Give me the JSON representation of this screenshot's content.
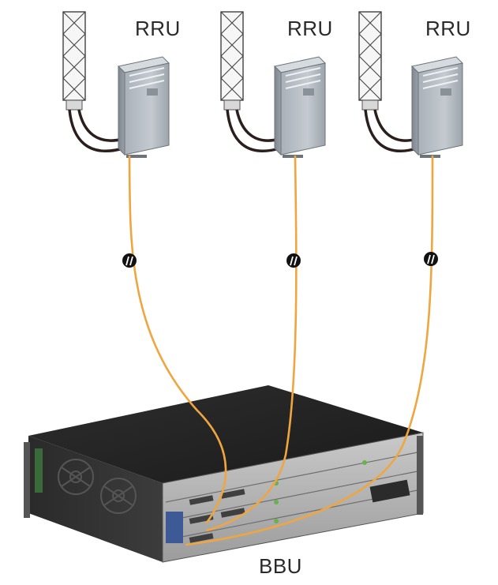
{
  "diagram": {
    "rru_units": [
      {
        "label": "RRU"
      },
      {
        "label": "RRU"
      },
      {
        "label": "RRU"
      }
    ],
    "bbu": {
      "label": "BBU"
    },
    "colors": {
      "fiber": "#f0a640",
      "rru_body": "#9fa6ad",
      "bbu_body": "#232323",
      "connector": "#111111"
    }
  }
}
